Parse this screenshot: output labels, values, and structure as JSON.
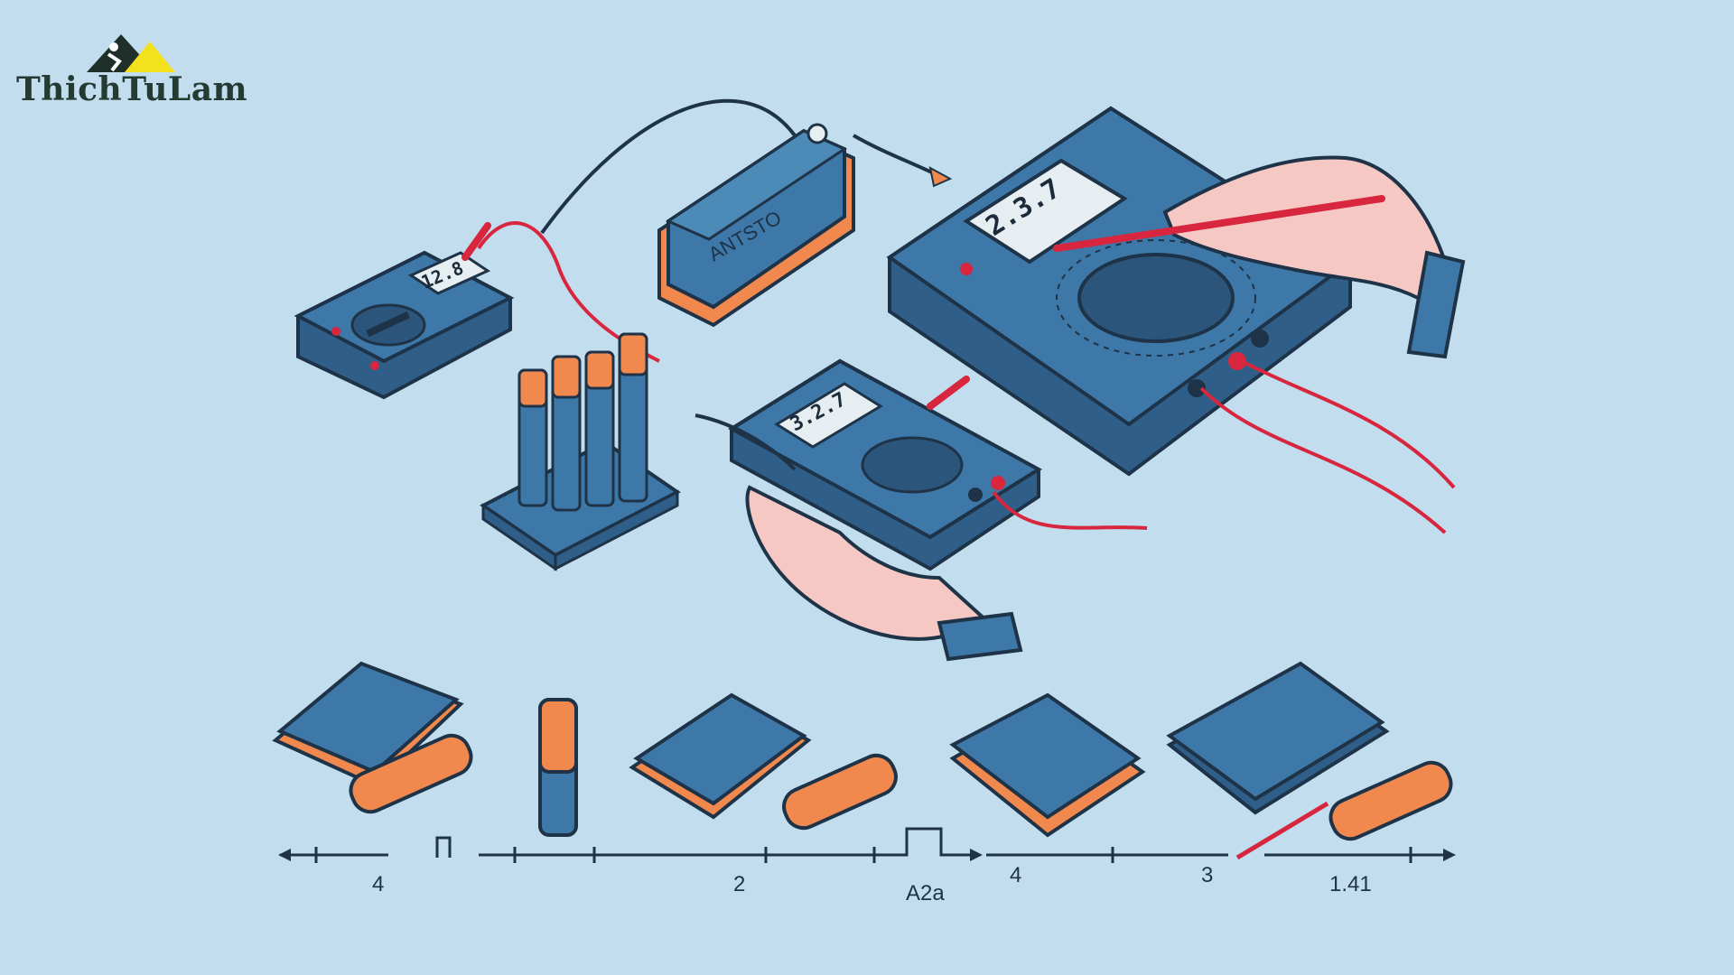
{
  "brand": {
    "name": "ThichTuLam",
    "logo_icon": "roof-worker-logo-icon"
  },
  "displays": {
    "small_meter": "12.8",
    "center_meter": "3.2.7",
    "large_meter": "2.3.7"
  },
  "device_label": "ANTSTO",
  "scale": {
    "labels": [
      "4",
      "2",
      "A2a",
      "4",
      "3",
      "1.41"
    ]
  },
  "colors": {
    "background": "#c2ddee",
    "device_blue": "#3d78a8",
    "battery_orange": "#f1894e",
    "probe_red": "#d7263d",
    "outline": "#1e3347"
  }
}
